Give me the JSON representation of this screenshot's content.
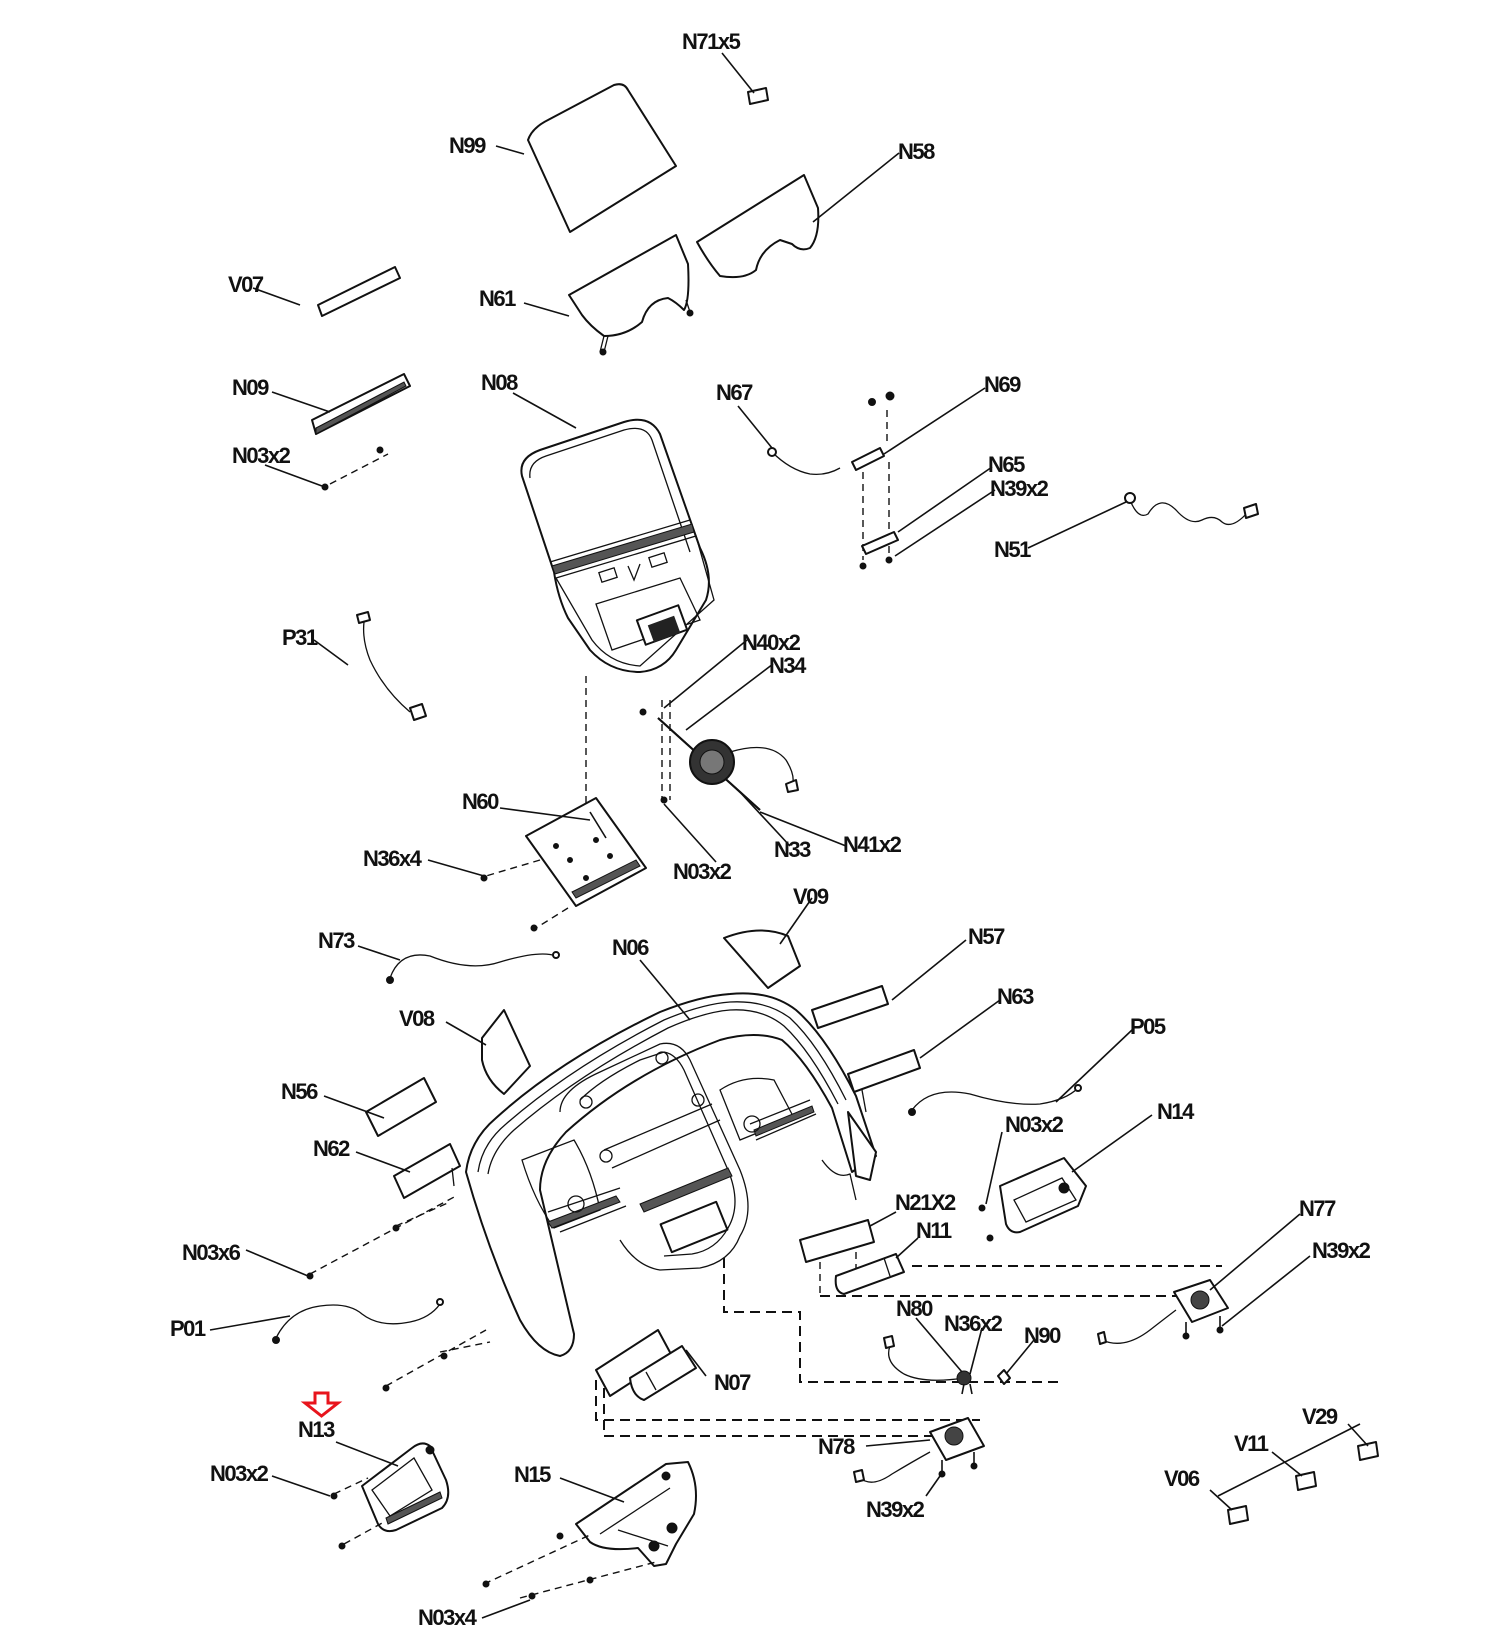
{
  "diagram": {
    "title": "Console assembly exploded parts diagram",
    "highlight_color": "#e8141c",
    "highlighted_part": "N13",
    "labels": {
      "N71x5": "N71x5",
      "N99": "N99",
      "N58": "N58",
      "V07": "V07",
      "N61": "N61",
      "N09": "N09",
      "N08": "N08",
      "N67": "N67",
      "N69": "N69",
      "N03x2_a": "N03x2",
      "N65": "N65",
      "N39x2_a": "N39x2",
      "N51": "N51",
      "P31": "P31",
      "N40x2": "N40x2",
      "N34": "N34",
      "N60": "N60",
      "N36x4": "N36x4",
      "N33": "N33",
      "N41x2": "N41x2",
      "N03x2_b": "N03x2",
      "V09": "V09",
      "N73": "N73",
      "N06": "N06",
      "N57": "N57",
      "N63": "N63",
      "V08": "V08",
      "P05": "P05",
      "N56": "N56",
      "N62": "N62",
      "N03x2_c": "N03x2",
      "N14": "N14",
      "N21X2": "N21X2",
      "N11": "N11",
      "N77": "N77",
      "N03x6": "N03x6",
      "N39x2_b": "N39x2",
      "N80": "N80",
      "N36x2": "N36x2",
      "N90": "N90",
      "P01": "P01",
      "N07": "N07",
      "N13": "N13",
      "N78": "N78",
      "V29": "V29",
      "V11": "V11",
      "N03x2_d": "N03x2",
      "N15": "N15",
      "V06": "V06",
      "N39x2_c": "N39x2",
      "N03x4": "N03x4"
    }
  }
}
